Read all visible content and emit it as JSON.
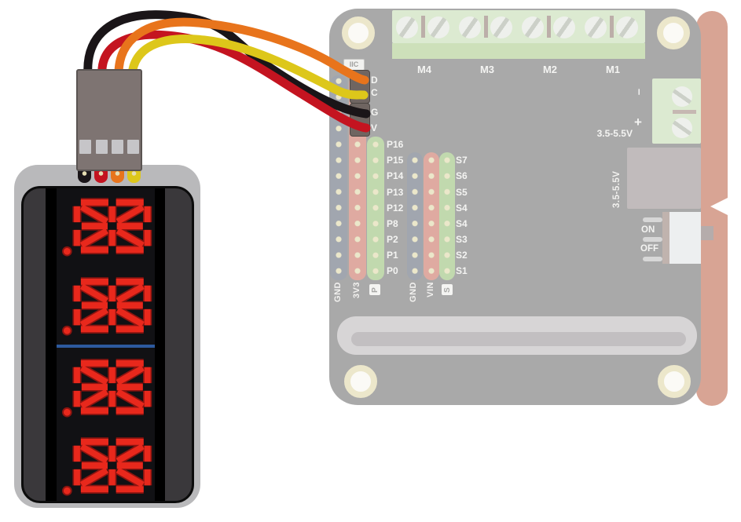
{
  "diagram": {
    "description": "Wiring diagram: 4-digit 14-segment LED display module connected by a 4-wire cable to the IIC header of a motor driver expansion board"
  },
  "board": {
    "iic": {
      "label": "IIC",
      "pins": [
        "D",
        "C",
        "G",
        "V"
      ]
    },
    "motor_labels": [
      "M4",
      "M3",
      "M2",
      "M1"
    ],
    "p_pins": [
      "P16",
      "P15",
      "P14",
      "P13",
      "P12",
      "P8",
      "P2",
      "P1",
      "P0"
    ],
    "s_pins": [
      "S7",
      "S6",
      "S5",
      "S4",
      "S4",
      "S3",
      "S2",
      "S1"
    ],
    "p_group_labels": [
      "GND",
      "3V3",
      "P"
    ],
    "s_group_labels": [
      "GND",
      "VIN",
      "S"
    ],
    "power_terminal": {
      "minus": "–",
      "plus": "+",
      "voltage": "3.5-5.5V"
    },
    "dc_jack_voltage": "3.5-5.5V",
    "switch": {
      "on": "ON",
      "off": "OFF"
    }
  },
  "wires": [
    {
      "name": "orange",
      "hex": "#e8741c",
      "board_pin": "D"
    },
    {
      "name": "yellow",
      "hex": "#ddc71a",
      "board_pin": "C"
    },
    {
      "name": "black",
      "hex": "#1a1518",
      "board_pin": "G"
    },
    {
      "name": "red",
      "hex": "#c41420",
      "board_pin": "V"
    }
  ],
  "display_module": {
    "type": "14-segment alphanumeric",
    "digit_count": 4,
    "segment_color": "#e8281c",
    "divider_color": "#2d5a9e"
  }
}
